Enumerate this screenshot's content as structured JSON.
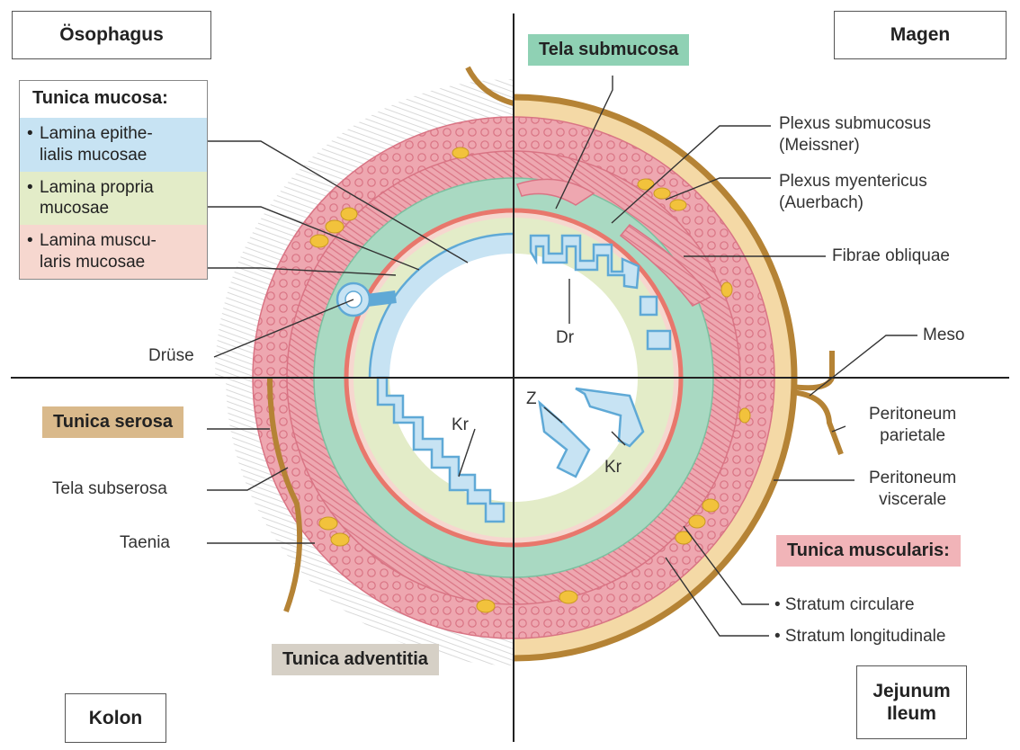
{
  "regions": {
    "top_left": "Ösophagus",
    "top_right": "Magen",
    "bottom_left": "Kolon",
    "bottom_right": "Jejunum\nIleum"
  },
  "mucosa_legend": {
    "title": "Tunica mucosa:",
    "items": [
      {
        "text": "Lamina epithe-\nlialis mucosae",
        "color": "#c7e3f3"
      },
      {
        "text": "Lamina propria\nmucosae",
        "color": "#e3ecc8"
      },
      {
        "text": "Lamina muscu-\nlaris mucosae",
        "color": "#f6d7cf"
      }
    ]
  },
  "headers": {
    "tela_submucosa": "Tela submucosa",
    "tunica_serosa": "Tunica serosa",
    "tunica_adventitia": "Tunica adventitia",
    "tunica_muscularis": "Tunica muscularis:"
  },
  "labels": {
    "druese": "Drüse",
    "tela_subserosa": "Tela subserosa",
    "taenia": "Taenia",
    "plexus_submucosus": "Plexus submucosus\n(Meissner)",
    "plexus_myentericus": "Plexus myentericus\n(Auerbach)",
    "fibrae_obliquae": "Fibrae obliquae",
    "meso": "Meso",
    "peritoneum_parietale": "Peritoneum\nparietale",
    "peritoneum_viscerale": "Peritoneum\nviscerale",
    "stratum_circulare": "• Stratum circulare",
    "stratum_longitudinale": "• Stratum longitudinale",
    "dr": "Dr",
    "kr_left": "Kr",
    "kr_right": "Kr",
    "z": "Z"
  },
  "colors": {
    "epithel": "#c7e3f3",
    "epithel_stroke": "#5fa9d6",
    "propria": "#e3ecc8",
    "muscularis_mucosae": "#e8776c",
    "submucosa": "#a9d9c2",
    "muscularis": "#eea7b0",
    "muscularis_dark": "#d97484",
    "serosa": "#f4d9a6",
    "serosa_line": "#b58335",
    "ganglion": "#f2c23c",
    "tela_submucosa_header": "#8fd1b4",
    "tunica_serosa_header": "#d9b98b",
    "tunica_adventitia_header": "#d6d0c6",
    "tunica_muscularis_header": "#f1b4b8"
  }
}
